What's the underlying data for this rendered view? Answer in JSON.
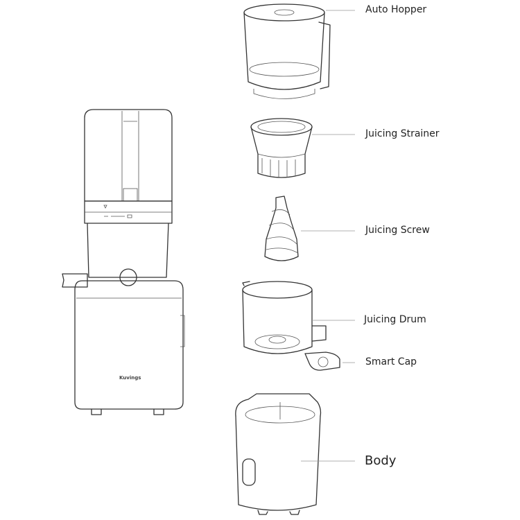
{
  "labels": {
    "auto_hopper": "Auto Hopper",
    "juicing_strainer": "Juicing Strainer",
    "juicing_screw": "Juicing Screw",
    "juicing_drum": "Juicing Drum",
    "smart_cap": "Smart Cap",
    "body": "Body"
  },
  "brand_logo": "Kuvings",
  "colors": {
    "line": "#333333",
    "leader": "#999999",
    "background": "#ffffff"
  }
}
